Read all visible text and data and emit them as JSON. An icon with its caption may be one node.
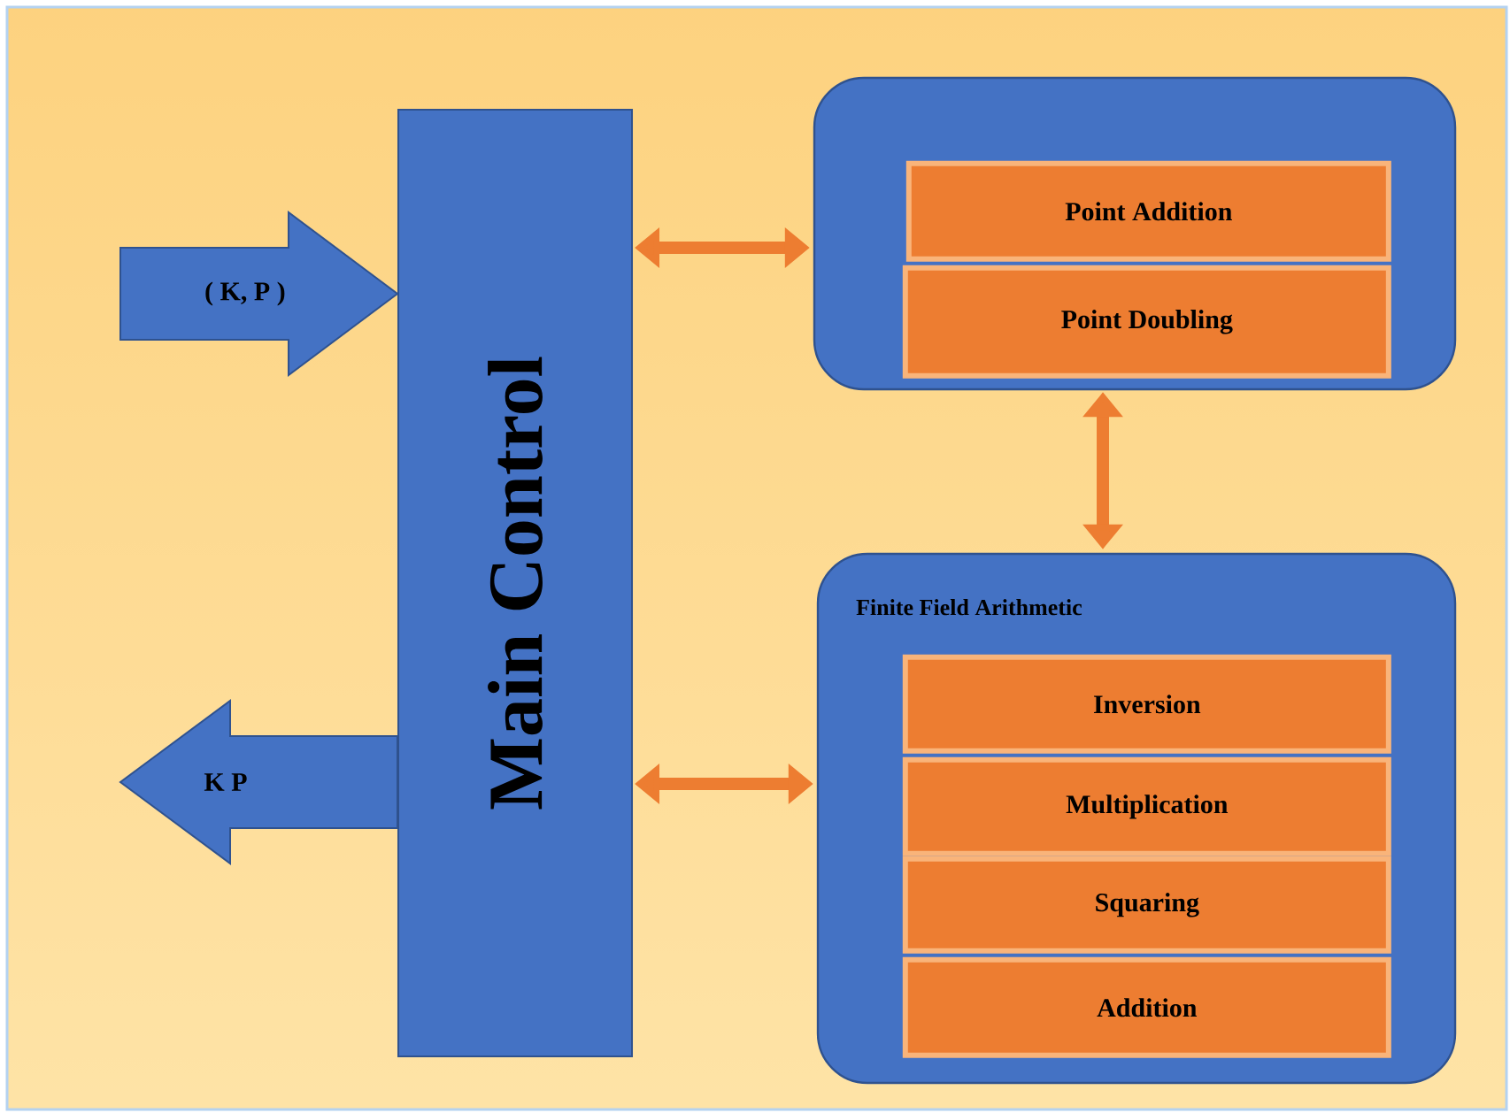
{
  "diagram": {
    "nodes": [
      {
        "text": [
          "Main Control"
        ]
      },
      {
        "text": [],
        "shape": "box"
      },
      {
        "text": [
          "Point Addition"
        ],
        "in": 1
      },
      {
        "text": [
          "Point Doubling"
        ],
        "in": 1
      },
      {
        "text": [
          "Finite Field Arithmetic"
        ]
      },
      {
        "text": [
          "Inversion"
        ],
        "in": 4
      },
      {
        "text": [
          "Multiplication"
        ],
        "in": 4
      },
      {
        "text": [
          "Squaring"
        ],
        "in": 4
      },
      {
        "text": [
          "Addition"
        ],
        "in": 4
      }
    ],
    "edges": [
      {
        "from": null,
        "to": 0,
        "arrow": "to",
        "label": "( K, P )",
        "style": "thick",
        "color": "#4472c4"
      },
      {
        "from": 0,
        "to": null,
        "arrow": "to",
        "label": "K P",
        "style": "thick",
        "color": "#4472c4"
      },
      {
        "from": 0,
        "to": 1,
        "arrow": "both"
      },
      {
        "from": 1,
        "to": 4,
        "arrow": "both"
      },
      {
        "from": 0,
        "to": 4,
        "arrow": "both"
      }
    ]
  }
}
